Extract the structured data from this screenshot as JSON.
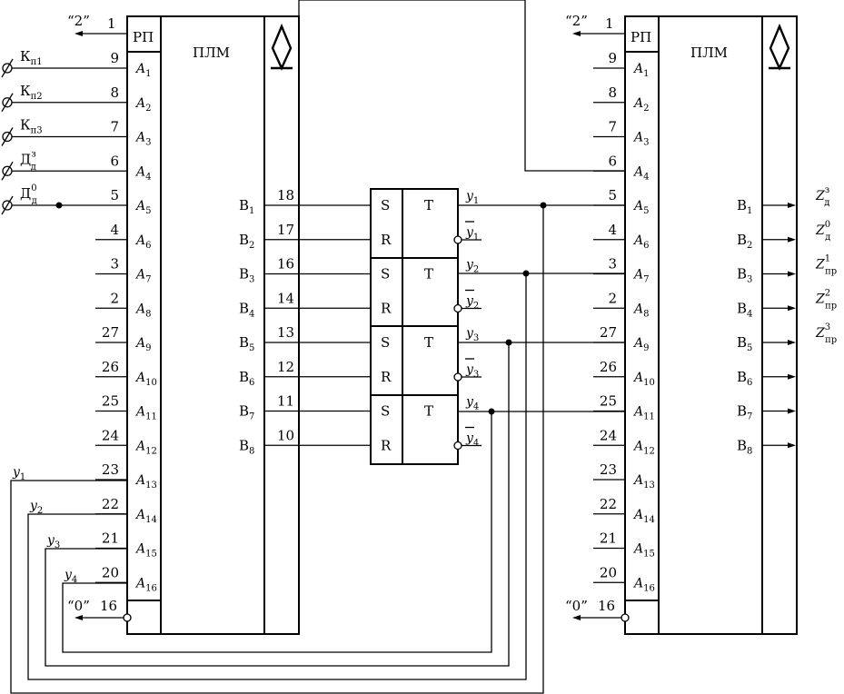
{
  "chip1": {
    "title": "ПЛМ",
    "rp": "РП",
    "top_quote": "“2”",
    "top_pin": "1",
    "bottom_quote": "“0”",
    "bottom_pin": "16",
    "input_pins": [
      "9",
      "8",
      "7",
      "6",
      "5",
      "4",
      "3",
      "2",
      "27",
      "26",
      "25",
      "24",
      "23",
      "22",
      "21",
      "20"
    ],
    "input_names": [
      "A",
      "A",
      "A",
      "A",
      "A",
      "A",
      "A",
      "A",
      "A",
      "A",
      "A",
      "A",
      "A",
      "A",
      "A",
      "A"
    ],
    "input_subs": [
      "1",
      "2",
      "3",
      "4",
      "5",
      "6",
      "7",
      "8",
      "9",
      "10",
      "11",
      "12",
      "13",
      "14",
      "15",
      "16"
    ],
    "output_names": [
      "B",
      "B",
      "B",
      "B",
      "B",
      "B",
      "B",
      "B"
    ],
    "output_subs": [
      "1",
      "2",
      "3",
      "4",
      "5",
      "6",
      "7",
      "8"
    ],
    "output_pins": [
      "18",
      "17",
      "16",
      "14",
      "13",
      "12",
      "11",
      "10"
    ],
    "input_signals": [
      {
        "main": "К",
        "sub": "п1",
        "sup": ""
      },
      {
        "main": "К",
        "sub": "п2",
        "sup": ""
      },
      {
        "main": "К",
        "sub": "п3",
        "sup": ""
      },
      {
        "main": "Д",
        "sub": "д",
        "sup": "з"
      },
      {
        "main": "Д",
        "sub": "д",
        "sup": "0"
      }
    ],
    "feedback_labels": [
      {
        "main": "y",
        "sub": "1"
      },
      {
        "main": "y",
        "sub": "2"
      },
      {
        "main": "y",
        "sub": "3"
      },
      {
        "main": "y",
        "sub": "4"
      }
    ]
  },
  "triggers": [
    {
      "s": "S",
      "r": "R",
      "t": "T",
      "q": "y",
      "nq": "y",
      "idx": "1"
    },
    {
      "s": "S",
      "r": "R",
      "t": "T",
      "q": "y",
      "nq": "y",
      "idx": "2"
    },
    {
      "s": "S",
      "r": "R",
      "t": "T",
      "q": "y",
      "nq": "y",
      "idx": "3"
    },
    {
      "s": "S",
      "r": "R",
      "t": "T",
      "q": "y",
      "nq": "y",
      "idx": "4"
    }
  ],
  "chip2": {
    "title": "ПЛМ",
    "rp": "РП",
    "top_quote": "“2”",
    "top_pin": "1",
    "bottom_quote": "“0”",
    "bottom_pin": "16",
    "input_pins": [
      "9",
      "8",
      "7",
      "6",
      "5",
      "4",
      "3",
      "2",
      "27",
      "26",
      "25",
      "24",
      "23",
      "22",
      "21",
      "20"
    ],
    "input_names": [
      "A",
      "A",
      "A",
      "A",
      "A",
      "A",
      "A",
      "A",
      "A",
      "A",
      "A",
      "A",
      "A",
      "A",
      "A",
      "A"
    ],
    "input_subs": [
      "1",
      "2",
      "3",
      "4",
      "5",
      "6",
      "7",
      "8",
      "9",
      "10",
      "11",
      "12",
      "13",
      "14",
      "15",
      "16"
    ],
    "output_names": [
      "B",
      "B",
      "B",
      "B",
      "B",
      "B",
      "B",
      "B"
    ],
    "output_subs": [
      "1",
      "2",
      "3",
      "4",
      "5",
      "6",
      "7",
      "8"
    ],
    "output_signals": [
      {
        "main": "Z",
        "sub": "д",
        "sup": "з"
      },
      {
        "main": "Z",
        "sub": "д",
        "sup": "0"
      },
      {
        "main": "Z",
        "sub": "пр",
        "sup": "1"
      },
      {
        "main": "Z",
        "sub": "пр",
        "sup": "2"
      },
      {
        "main": "Z",
        "sub": "пр",
        "sup": "3"
      }
    ]
  }
}
